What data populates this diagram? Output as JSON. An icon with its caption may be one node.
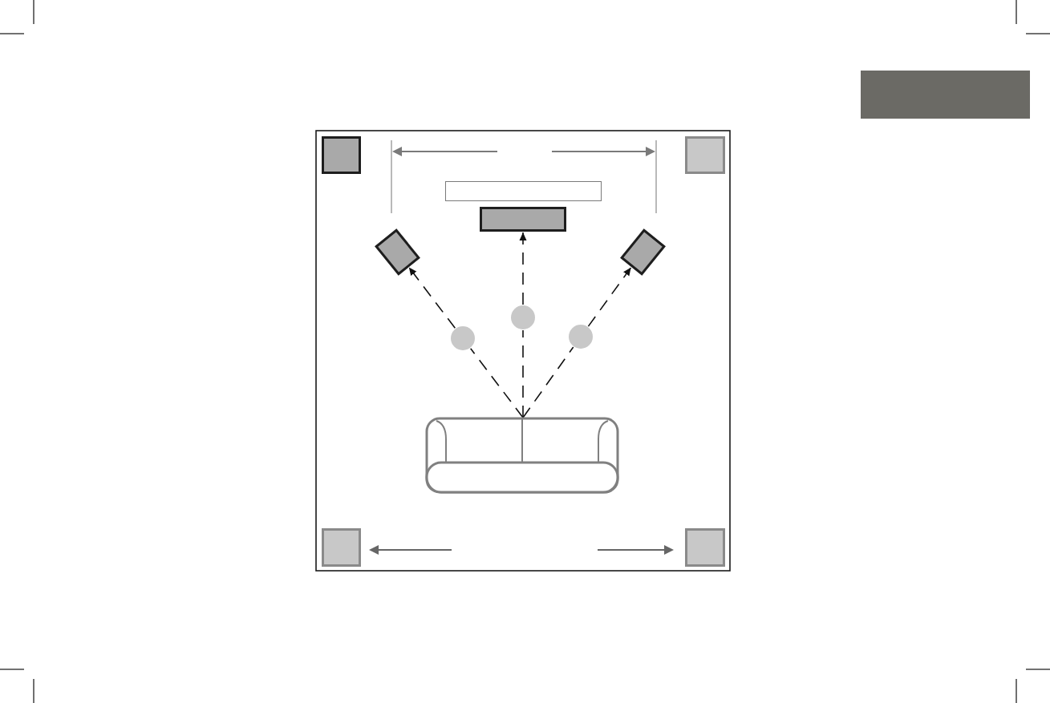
{
  "diagram": {
    "nodes": [
      {
        "text": [],
        "shape": "box"
      },
      {
        "text": [],
        "shape": "box"
      },
      {
        "text": [],
        "shape": "bar"
      },
      {
        "text": [],
        "shape": "box"
      },
      {
        "text": [],
        "shape": "box"
      },
      {
        "text": [],
        "shape": "box"
      },
      {
        "text": [],
        "shape": "circle"
      },
      {
        "text": [],
        "shape": "circle"
      },
      {
        "text": [],
        "shape": "circle"
      },
      {
        "text": [],
        "shape": "picture"
      },
      {
        "text": [],
        "shape": "box"
      },
      {
        "text": [],
        "shape": "box"
      }
    ],
    "edges": [
      {
        "from": 9,
        "to": 7,
        "arrow": "none",
        "style": "dashed"
      },
      {
        "from": 7,
        "to": 4,
        "arrow": "to",
        "style": "dashed"
      },
      {
        "from": 9,
        "to": 6,
        "arrow": "none",
        "style": "dashed"
      },
      {
        "from": 6,
        "to": 3,
        "arrow": "to",
        "style": "dashed"
      },
      {
        "from": 9,
        "to": 8,
        "arrow": "none",
        "style": "dashed"
      },
      {
        "from": 8,
        "to": 5,
        "arrow": "to",
        "style": "dashed"
      }
    ]
  }
}
